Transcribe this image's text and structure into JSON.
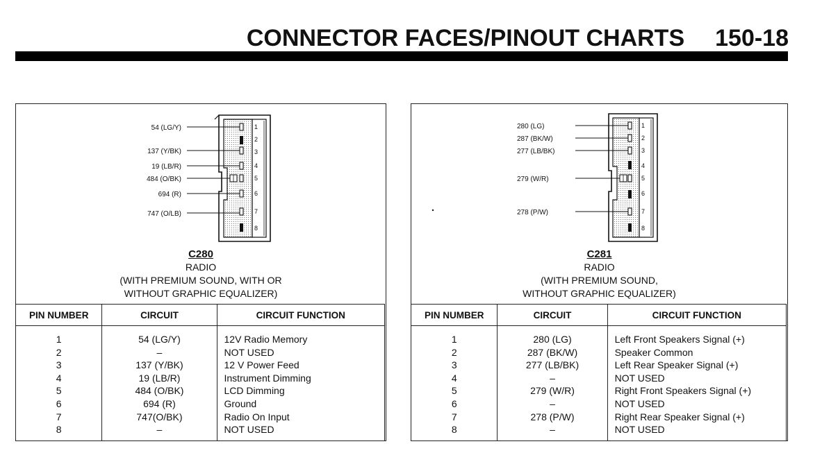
{
  "header": {
    "title": "CONNECTOR FACES/PINOUT CHARTS",
    "page_number": "150-18"
  },
  "left_panel": {
    "connector_id": "C280",
    "caption_lines": [
      "RADIO",
      "(WITH PREMIUM SOUND, WITH OR",
      "WITHOUT GRAPHIC EQUALIZER)"
    ],
    "wire_labels": [
      "54 (LG/Y)",
      "137 (Y/BK)",
      "19 (LB/R)",
      "484 (O/BK)",
      "694 (R)",
      "747 (O/LB)"
    ],
    "pin_numbers": [
      "1",
      "2",
      "3",
      "4",
      "5",
      "6",
      "7",
      "8"
    ],
    "table": {
      "headers": [
        "PIN NUMBER",
        "CIRCUIT",
        "CIRCUIT FUNCTION"
      ],
      "rows": [
        [
          "1",
          "54 (LG/Y)",
          "12V Radio Memory"
        ],
        [
          "2",
          "–",
          "NOT USED"
        ],
        [
          "3",
          "137 (Y/BK)",
          "12 V Power Feed"
        ],
        [
          "4",
          "19 (LB/R)",
          "Instrument Dimming"
        ],
        [
          "5",
          "484 (O/BK)",
          "LCD Dimming"
        ],
        [
          "6",
          "694 (R)",
          "Ground"
        ],
        [
          "7",
          "747(O/BK)",
          "Radio On Input"
        ],
        [
          "8",
          "–",
          "NOT USED"
        ]
      ]
    }
  },
  "right_panel": {
    "connector_id": "C281",
    "caption_lines": [
      "RADIO",
      "(WITH PREMIUM SOUND,",
      "WITHOUT GRAPHIC EQUALIZER)"
    ],
    "wire_labels": [
      "280 (LG)",
      "287 (BK/W)",
      "277 (LB/BK)",
      "279 (W/R)",
      "278 (P/W)"
    ],
    "pin_numbers": [
      "1",
      "2",
      "3",
      "4",
      "5",
      "6",
      "7",
      "8"
    ],
    "table": {
      "headers": [
        "PIN NUMBER",
        "CIRCUIT",
        "CIRCUIT FUNCTION"
      ],
      "rows": [
        [
          "1",
          "280 (LG)",
          "Left Front Speakers Signal (+)"
        ],
        [
          "2",
          "287 (BK/W)",
          "Speaker Common"
        ],
        [
          "3",
          "277 (LB/BK)",
          "Left Rear Speaker Signal (+)"
        ],
        [
          "4",
          "–",
          "NOT USED"
        ],
        [
          "5",
          "279 (W/R)",
          "Right Front Speakers Signal (+)"
        ],
        [
          "6",
          "–",
          "NOT USED"
        ],
        [
          "7",
          "278 (P/W)",
          "Right Rear Speaker Signal (+)"
        ],
        [
          "8",
          "–",
          "NOT USED"
        ]
      ]
    }
  }
}
